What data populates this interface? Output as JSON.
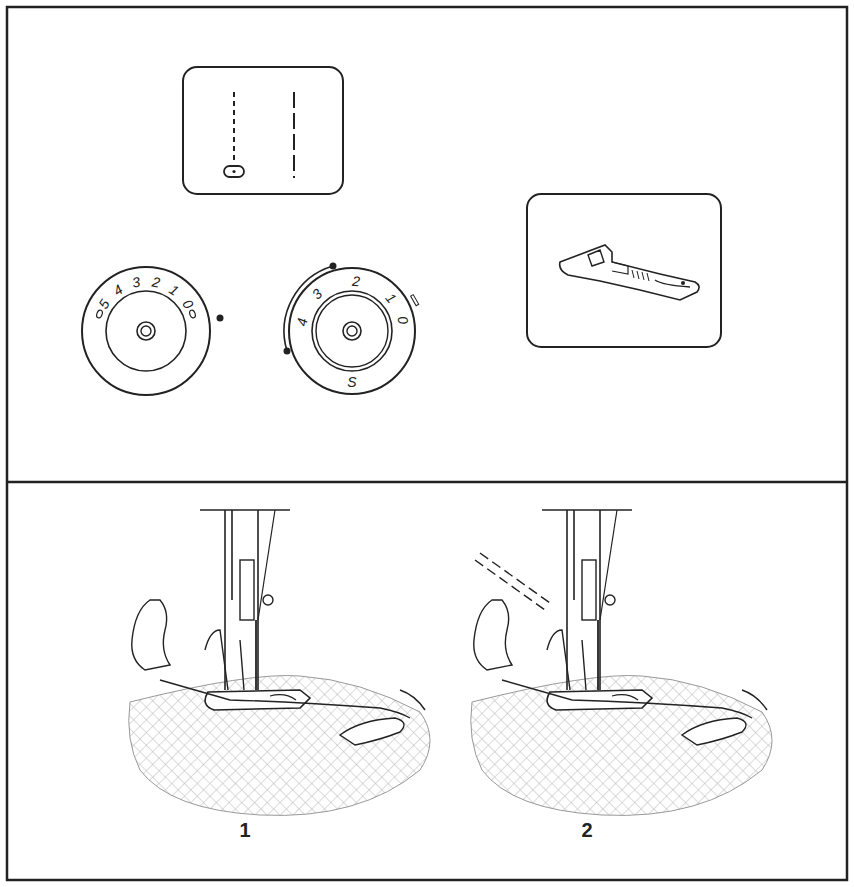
{
  "diagram": {
    "labels": [
      "5",
      "4",
      "3",
      "2",
      "1",
      "0",
      "4",
      "3",
      "2",
      "1",
      "0",
      "S",
      "1",
      "2"
    ]
  }
}
